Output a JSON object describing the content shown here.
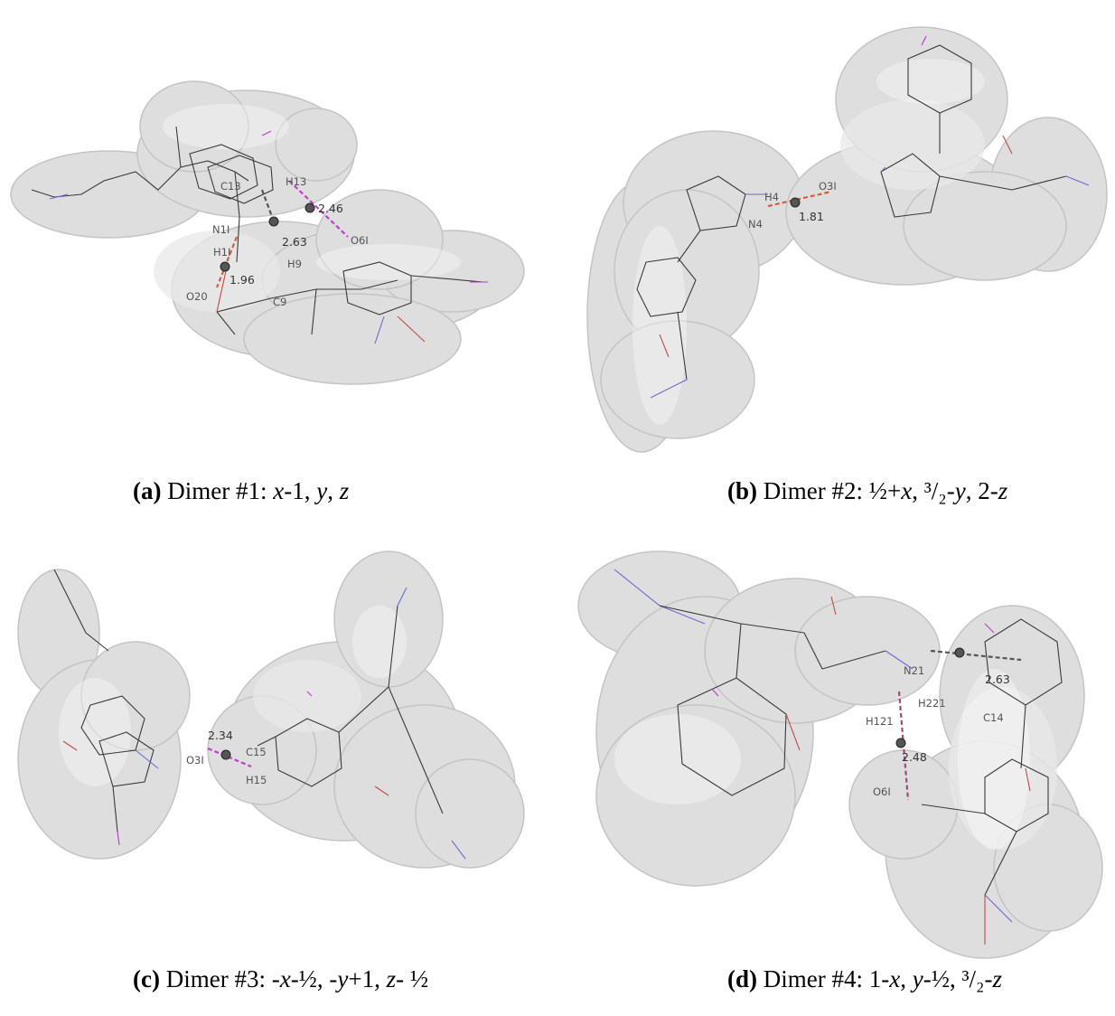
{
  "panels": [
    {
      "id": "a",
      "caption": {
        "letter": "(a)",
        "prefix": " Dimer #1: ",
        "symmetry": [
          "x",
          "-1, ",
          "y",
          ", ",
          "z",
          ""
        ]
      },
      "atoms": [
        "C13",
        "H13",
        "N1I",
        "H1I",
        "O20",
        "C9",
        "H9",
        "O6I"
      ],
      "distances": [
        "2.46",
        "2.63",
        "1.96"
      ]
    },
    {
      "id": "b",
      "caption": {
        "letter": "(b)",
        "prefix": " Dimer #2: ",
        "symmetry": [
          "",
          "½+",
          "x",
          ", ³/₂-",
          "y",
          ", 2-",
          "z",
          ""
        ]
      },
      "atoms": [
        "H4",
        "O3I",
        "N4"
      ],
      "distances": [
        "1.81"
      ]
    },
    {
      "id": "c",
      "caption": {
        "letter": "(c)",
        "prefix": " Dimer #3: ",
        "symmetry": [
          "",
          "-",
          "x",
          "-½, -",
          "y",
          "+1, ",
          "z",
          "- ½"
        ]
      },
      "atoms": [
        "O3I",
        "C15",
        "H15"
      ],
      "distances": [
        "2.34"
      ]
    },
    {
      "id": "d",
      "caption": {
        "letter": "(d)",
        "prefix": " Dimer #4: ",
        "symmetry": [
          "",
          "1-",
          "x",
          ", ",
          "y",
          "-½, ³/₂-",
          "z",
          ""
        ]
      },
      "atoms": [
        "N21",
        "H221",
        "C14",
        "H121",
        "O6I"
      ],
      "distances": [
        "2.63",
        "2.48"
      ]
    }
  ]
}
